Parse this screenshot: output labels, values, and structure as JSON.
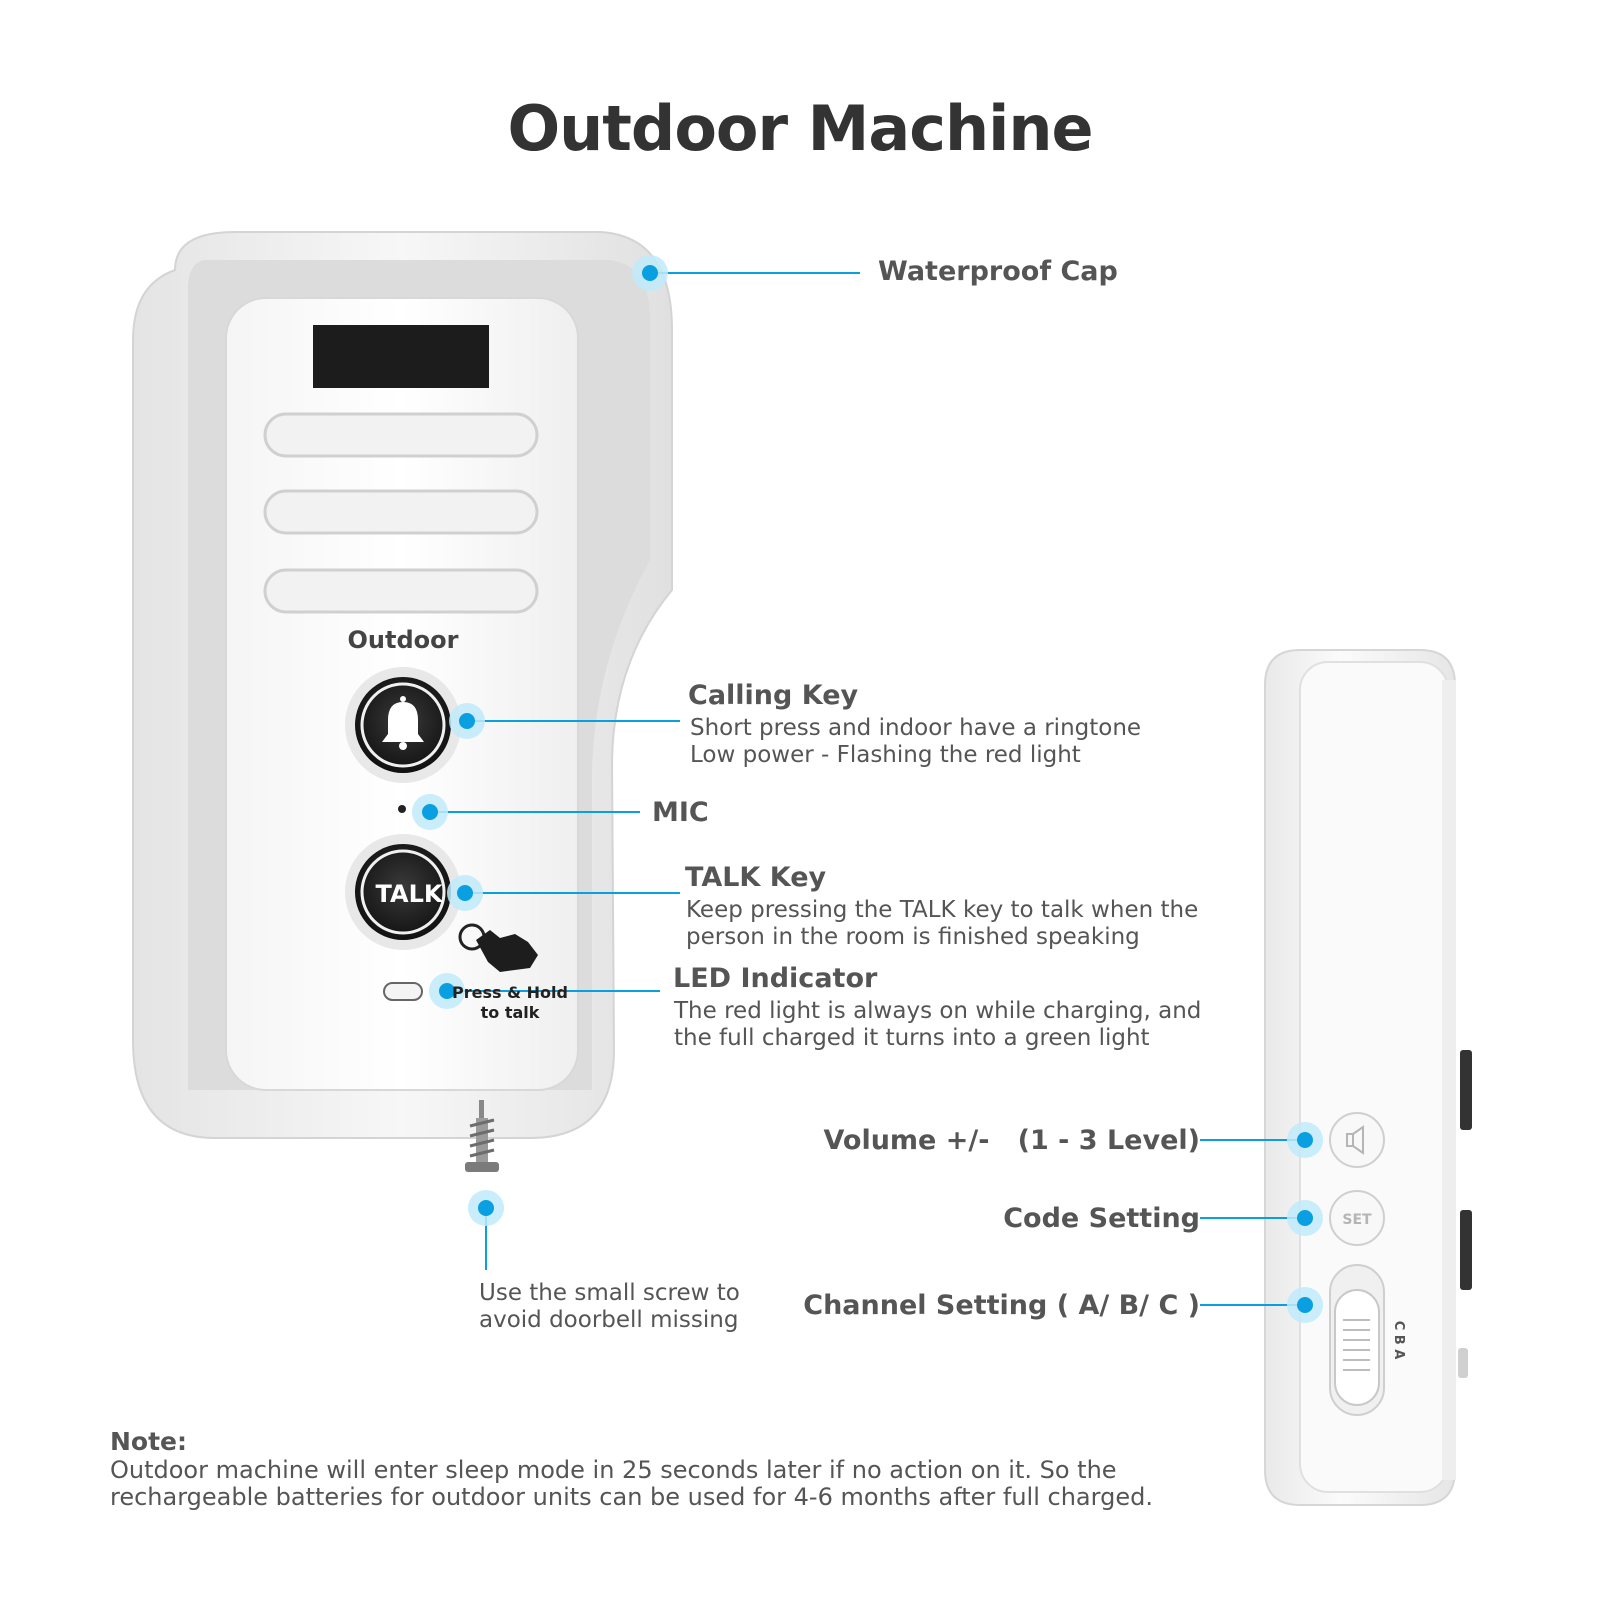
{
  "title": "Outdoor Machine",
  "device": {
    "panel_label": "Outdoor",
    "talk_button_label": "TALK",
    "set_button_label": "SET",
    "press_hold_line1": "Press & Hold",
    "press_hold_line2": "to talk",
    "channel_switch_marks": "C B A"
  },
  "callouts": {
    "waterproof_cap": {
      "title": "Waterproof Cap"
    },
    "calling_key": {
      "title": "Calling Key",
      "desc": [
        "Short press and indoor have a ringtone",
        "Low power - Flashing the red light"
      ]
    },
    "mic": {
      "title": "MIC"
    },
    "talk_key": {
      "title": "TALK Key",
      "desc": [
        "Keep pressing the TALK key to talk when the",
        "person in the room is finished speaking"
      ]
    },
    "led_indicator": {
      "title": "LED Indicator",
      "desc": [
        "The red light is always on while charging, and",
        "the full charged it turns into a green light"
      ]
    },
    "screw": {
      "desc": [
        "Use the small screw to",
        "avoid doorbell missing"
      ]
    },
    "volume": {
      "title": "Volume +/-   (1 - 3 Level)"
    },
    "code_setting": {
      "title": "Code Setting"
    },
    "channel_setting": {
      "title": "Channel Setting ( A/ B/ C )"
    }
  },
  "note": {
    "title": "Note:",
    "lines": [
      "Outdoor machine will enter sleep mode in 25 seconds later if no action on it. So the",
      "rechargeable batteries for outdoor units can be used for 4-6 months after full charged."
    ]
  },
  "colors": {
    "accent": "#0a9fe0",
    "accent_glow": "#bfeafa",
    "text": "#555555",
    "title": "#333333"
  }
}
